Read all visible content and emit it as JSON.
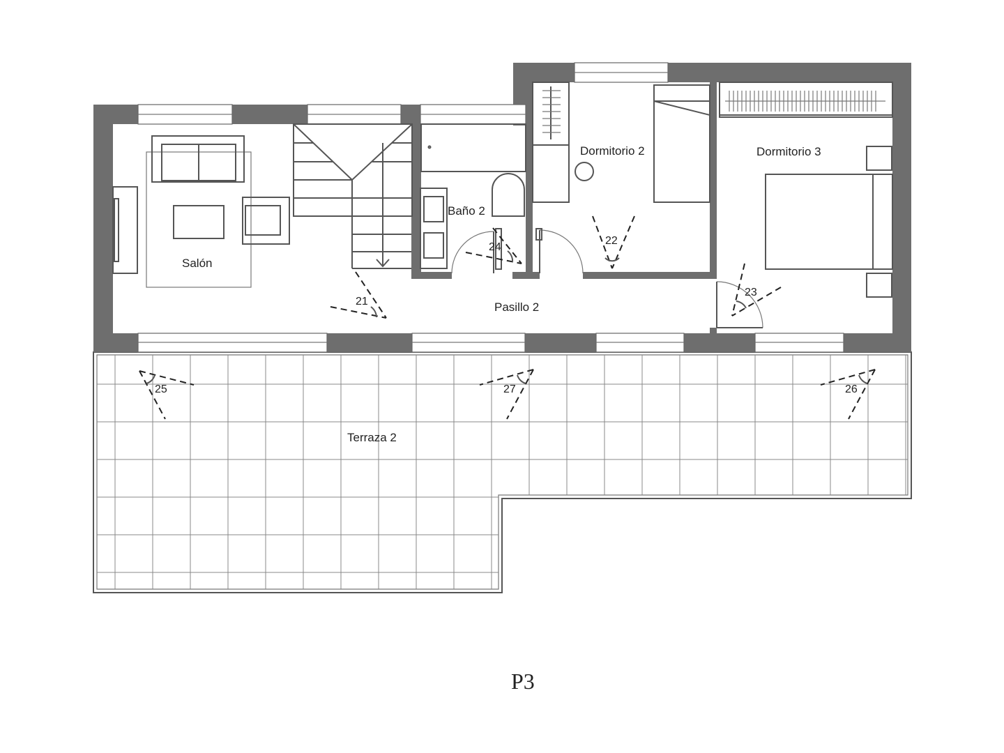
{
  "plan": {
    "title": "P3",
    "rooms": {
      "salon": "Salón",
      "bano2": "Baño 2",
      "dormitorio2": "Dormitorio 2",
      "dormitorio3": "Dormitorio 3",
      "pasillo2": "Pasillo 2",
      "terraza2": "Terraza 2"
    },
    "camera_points": [
      "21",
      "22",
      "23",
      "24",
      "25",
      "26",
      "27"
    ]
  },
  "colors": {
    "wall": "#6e6e6e",
    "line": "#555555",
    "background": "#ffffff"
  }
}
